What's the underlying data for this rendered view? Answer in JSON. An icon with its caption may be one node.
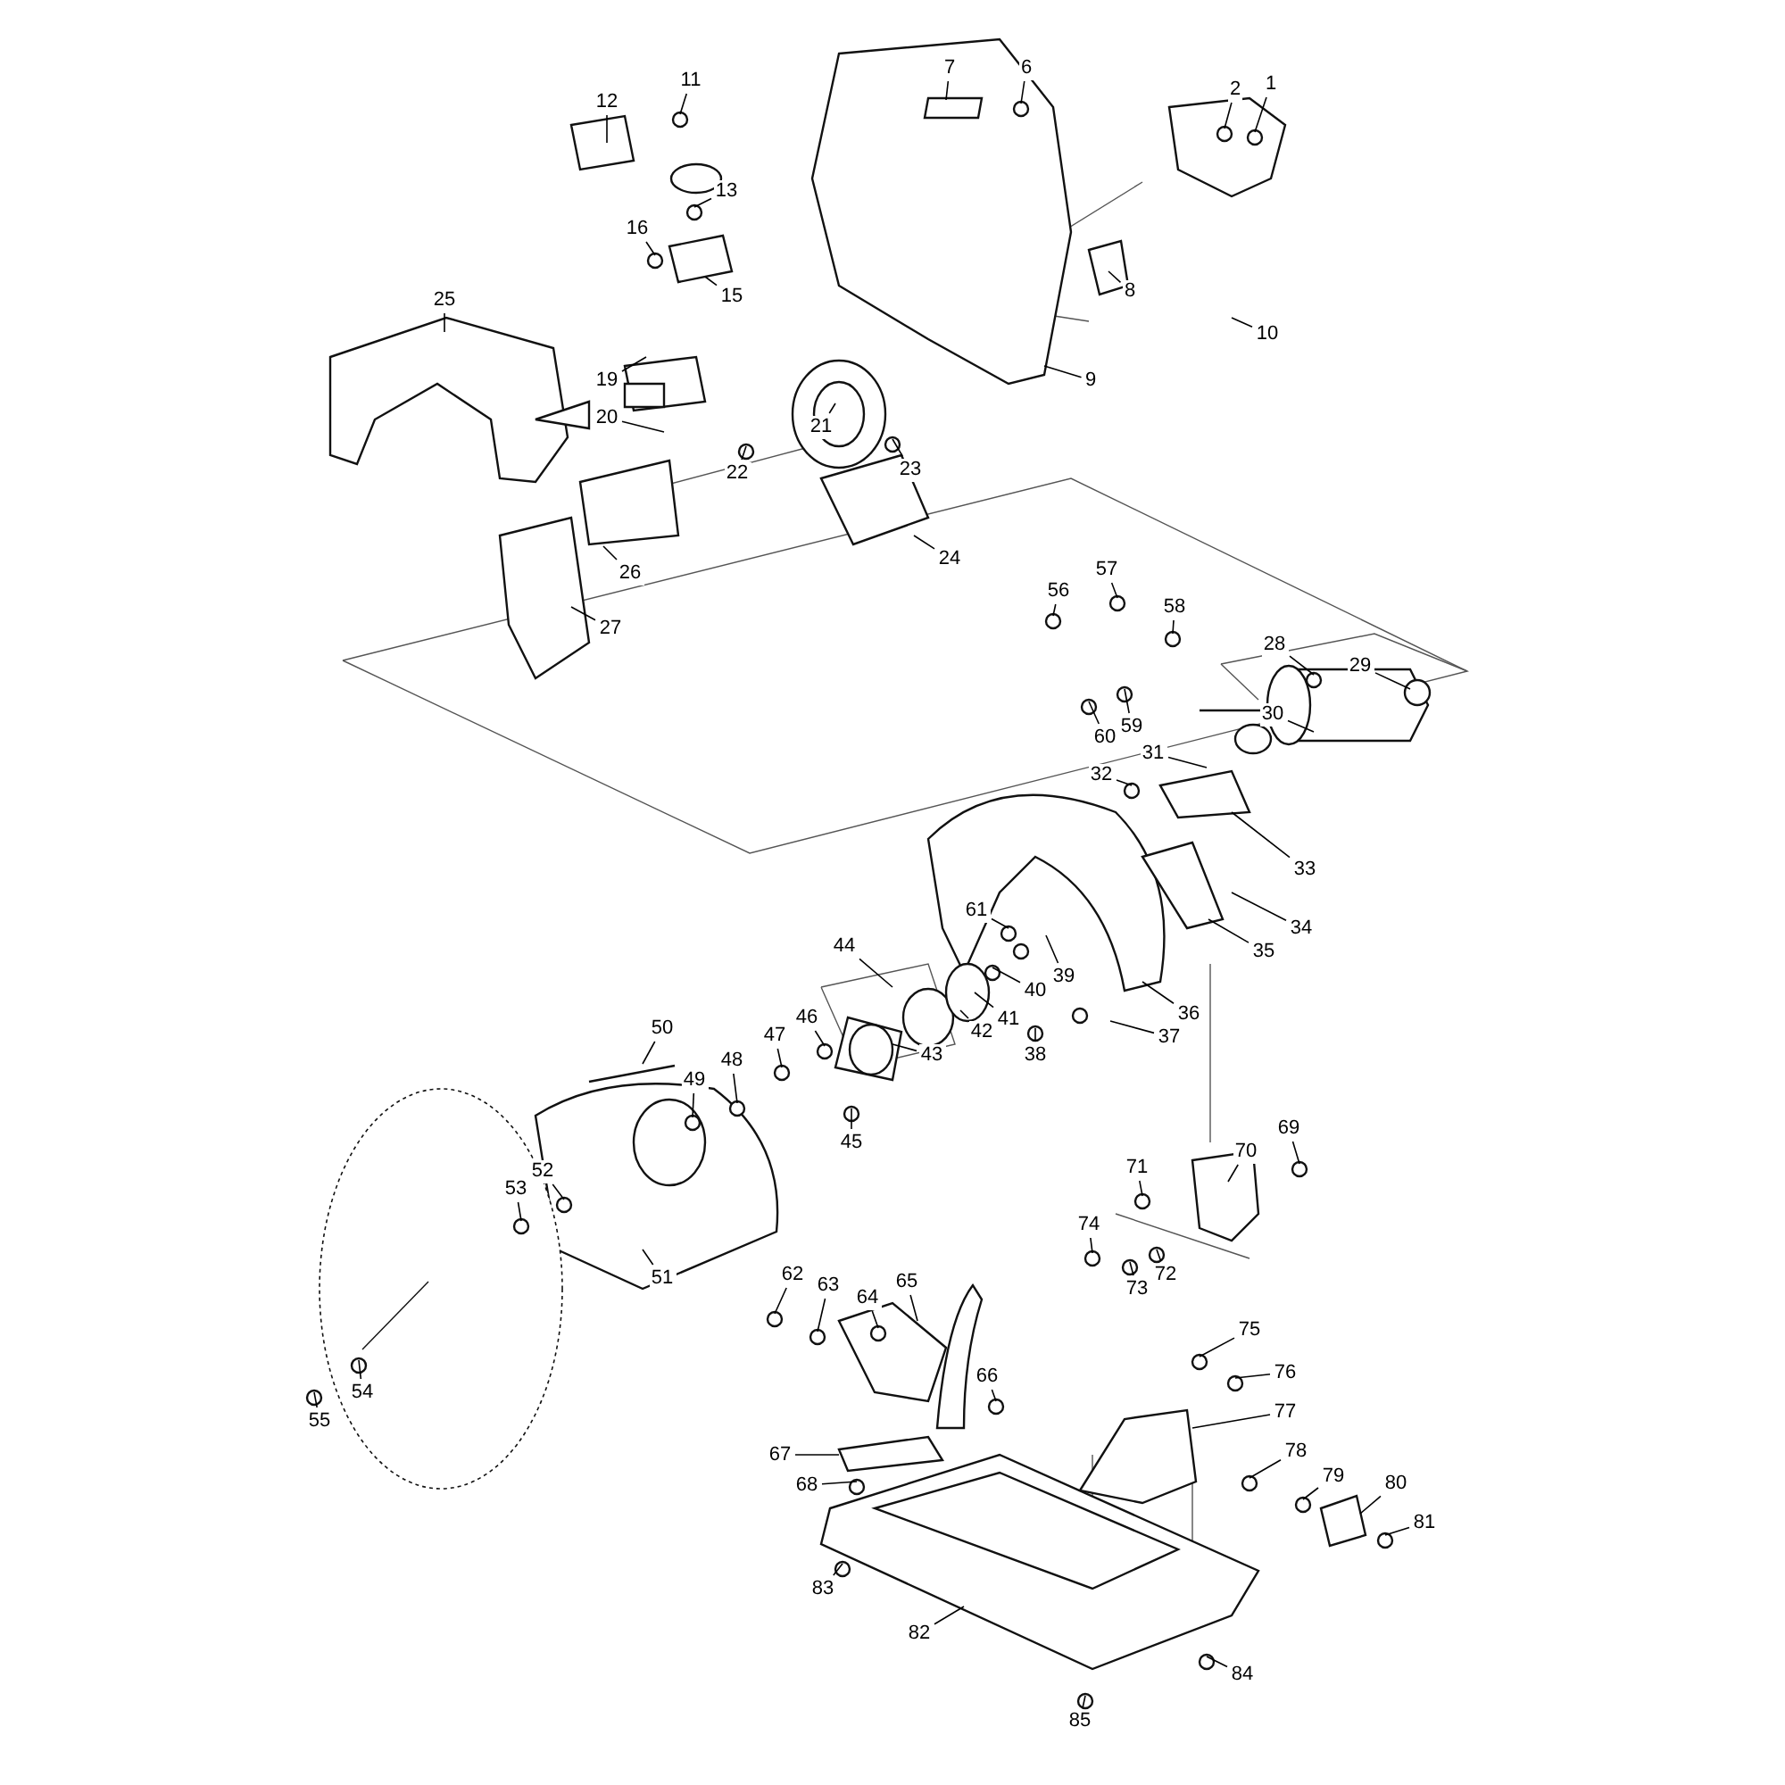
{
  "diagram": {
    "nodes": [
      {
        "text": [
          "1"
        ]
      },
      {
        "text": [
          "2"
        ]
      },
      {
        "text": [
          "6"
        ]
      },
      {
        "text": [
          "7"
        ]
      },
      {
        "text": [
          "8"
        ]
      },
      {
        "text": [
          "9"
        ]
      },
      {
        "text": [
          "10"
        ]
      },
      {
        "text": [
          "11"
        ]
      },
      {
        "text": [
          "12"
        ]
      },
      {
        "text": [
          "13"
        ]
      },
      {
        "text": [
          "15"
        ]
      },
      {
        "text": [
          "16"
        ]
      },
      {
        "text": [
          "19"
        ]
      },
      {
        "text": [
          "20"
        ]
      },
      {
        "text": [
          "21"
        ]
      },
      {
        "text": [
          "22"
        ]
      },
      {
        "text": [
          "23"
        ]
      },
      {
        "text": [
          "24"
        ]
      },
      {
        "text": [
          "25"
        ]
      },
      {
        "text": [
          "26"
        ]
      },
      {
        "text": [
          "27"
        ]
      },
      {
        "text": [
          "28"
        ]
      },
      {
        "text": [
          "29"
        ]
      },
      {
        "text": [
          "30"
        ]
      },
      {
        "text": [
          "31"
        ]
      },
      {
        "text": [
          "32"
        ]
      },
      {
        "text": [
          "33"
        ]
      },
      {
        "text": [
          "34"
        ]
      },
      {
        "text": [
          "35"
        ]
      },
      {
        "text": [
          "36"
        ]
      },
      {
        "text": [
          "37"
        ]
      },
      {
        "text": [
          "38"
        ]
      },
      {
        "text": [
          "39"
        ]
      },
      {
        "text": [
          "40"
        ]
      },
      {
        "text": [
          "41"
        ]
      },
      {
        "text": [
          "42"
        ]
      },
      {
        "text": [
          "43"
        ]
      },
      {
        "text": [
          "44"
        ]
      },
      {
        "text": [
          "45"
        ]
      },
      {
        "text": [
          "46"
        ]
      },
      {
        "text": [
          "47"
        ]
      },
      {
        "text": [
          "48"
        ]
      },
      {
        "text": [
          "49"
        ]
      },
      {
        "text": [
          "50"
        ]
      },
      {
        "text": [
          "51"
        ]
      },
      {
        "text": [
          "52"
        ]
      },
      {
        "text": [
          "53"
        ]
      },
      {
        "text": [
          "54"
        ]
      },
      {
        "text": [
          "55"
        ]
      },
      {
        "text": [
          "56"
        ]
      },
      {
        "text": [
          "57"
        ]
      },
      {
        "text": [
          "58"
        ]
      },
      {
        "text": [
          "59"
        ]
      },
      {
        "text": [
          "60"
        ]
      },
      {
        "text": [
          "61"
        ]
      },
      {
        "text": [
          "62"
        ]
      },
      {
        "text": [
          "63"
        ]
      },
      {
        "text": [
          "64"
        ]
      },
      {
        "text": [
          "65"
        ]
      },
      {
        "text": [
          "66"
        ]
      },
      {
        "text": [
          "67"
        ]
      },
      {
        "text": [
          "68"
        ]
      },
      {
        "text": [
          "69"
        ]
      },
      {
        "text": [
          "70"
        ]
      },
      {
        "text": [
          "71"
        ]
      },
      {
        "text": [
          "72"
        ]
      },
      {
        "text": [
          "73"
        ]
      },
      {
        "text": [
          "74"
        ]
      },
      {
        "text": [
          "75"
        ]
      },
      {
        "text": [
          "76"
        ]
      },
      {
        "text": [
          "77"
        ]
      },
      {
        "text": [
          "78"
        ]
      },
      {
        "text": [
          "79"
        ]
      },
      {
        "text": [
          "80"
        ]
      },
      {
        "text": [
          "81"
        ]
      },
      {
        "text": [
          "82"
        ]
      },
      {
        "text": [
          "83"
        ]
      },
      {
        "text": [
          "84"
        ]
      },
      {
        "text": [
          "85"
        ]
      }
    ],
    "edges": [
      {
        "from": 0,
        "to": null,
        "arrow": "none"
      },
      {
        "from": 1,
        "to": null,
        "arrow": "none"
      },
      {
        "from": 2,
        "to": null,
        "arrow": "none"
      },
      {
        "from": 3,
        "to": null,
        "arrow": "none"
      },
      {
        "from": 4,
        "to": null,
        "arrow": "none"
      },
      {
        "from": 5,
        "to": null,
        "arrow": "none"
      },
      {
        "from": 6,
        "to": null,
        "arrow": "none"
      },
      {
        "from": 7,
        "to": null,
        "arrow": "none"
      },
      {
        "from": 8,
        "to": null,
        "arrow": "none"
      },
      {
        "from": 9,
        "to": null,
        "arrow": "none"
      },
      {
        "from": 10,
        "to": null,
        "arrow": "none"
      },
      {
        "from": 11,
        "to": null,
        "arrow": "none"
      },
      {
        "from": 12,
        "to": null,
        "arrow": "none"
      },
      {
        "from": 13,
        "to": null,
        "arrow": "none"
      },
      {
        "from": 14,
        "to": null,
        "arrow": "none"
      },
      {
        "from": 15,
        "to": null,
        "arrow": "none"
      },
      {
        "from": 16,
        "to": null,
        "arrow": "none"
      },
      {
        "from": 17,
        "to": null,
        "arrow": "none"
      },
      {
        "from": 18,
        "to": null,
        "arrow": "none"
      },
      {
        "from": 19,
        "to": null,
        "arrow": "none"
      },
      {
        "from": 20,
        "to": null,
        "arrow": "none"
      },
      {
        "from": 21,
        "to": null,
        "arrow": "none"
      },
      {
        "from": 22,
        "to": null,
        "arrow": "none"
      },
      {
        "from": 23,
        "to": null,
        "arrow": "none"
      },
      {
        "from": 24,
        "to": null,
        "arrow": "none"
      },
      {
        "from": 25,
        "to": null,
        "arrow": "none"
      },
      {
        "from": 26,
        "to": null,
        "arrow": "none"
      },
      {
        "from": 27,
        "to": null,
        "arrow": "none"
      },
      {
        "from": 28,
        "to": null,
        "arrow": "none"
      },
      {
        "from": 29,
        "to": null,
        "arrow": "none"
      },
      {
        "from": 30,
        "to": null,
        "arrow": "none"
      },
      {
        "from": 31,
        "to": null,
        "arrow": "none"
      },
      {
        "from": 32,
        "to": null,
        "arrow": "none"
      },
      {
        "from": 33,
        "to": null,
        "arrow": "none"
      },
      {
        "from": 34,
        "to": null,
        "arrow": "none"
      },
      {
        "from": 35,
        "to": null,
        "arrow": "none"
      },
      {
        "from": 36,
        "to": null,
        "arrow": "none"
      },
      {
        "from": 37,
        "to": null,
        "arrow": "none"
      },
      {
        "from": 38,
        "to": null,
        "arrow": "none"
      },
      {
        "from": 39,
        "to": null,
        "arrow": "none"
      },
      {
        "from": 40,
        "to": null,
        "arrow": "none"
      },
      {
        "from": 41,
        "to": null,
        "arrow": "none"
      },
      {
        "from": 42,
        "to": null,
        "arrow": "none"
      },
      {
        "from": 43,
        "to": null,
        "arrow": "none"
      },
      {
        "from": 44,
        "to": null,
        "arrow": "none"
      },
      {
        "from": 45,
        "to": null,
        "arrow": "none"
      },
      {
        "from": 46,
        "to": null,
        "arrow": "none"
      },
      {
        "from": 47,
        "to": null,
        "arrow": "none"
      },
      {
        "from": 48,
        "to": null,
        "arrow": "none"
      },
      {
        "from": 49,
        "to": null,
        "arrow": "none"
      },
      {
        "from": 50,
        "to": null,
        "arrow": "none"
      },
      {
        "from": 51,
        "to": null,
        "arrow": "none"
      },
      {
        "from": 52,
        "to": null,
        "arrow": "none"
      },
      {
        "from": 53,
        "to": null,
        "arrow": "none"
      },
      {
        "from": 54,
        "to": null,
        "arrow": "none"
      },
      {
        "from": 55,
        "to": null,
        "arrow": "none"
      },
      {
        "from": 56,
        "to": null,
        "arrow": "none"
      },
      {
        "from": 57,
        "to": null,
        "arrow": "none"
      },
      {
        "from": 58,
        "to": null,
        "arrow": "none"
      },
      {
        "from": 59,
        "to": null,
        "arrow": "none"
      },
      {
        "from": 60,
        "to": null,
        "arrow": "none"
      },
      {
        "from": 61,
        "to": null,
        "arrow": "none"
      },
      {
        "from": 62,
        "to": null,
        "arrow": "none"
      },
      {
        "from": 63,
        "to": null,
        "arrow": "none"
      },
      {
        "from": 64,
        "to": null,
        "arrow": "none"
      },
      {
        "from": 65,
        "to": null,
        "arrow": "none"
      },
      {
        "from": 66,
        "to": null,
        "arrow": "none"
      },
      {
        "from": 67,
        "to": null,
        "arrow": "none"
      },
      {
        "from": 68,
        "to": null,
        "arrow": "none"
      },
      {
        "from": 69,
        "to": null,
        "arrow": "none"
      },
      {
        "from": 70,
        "to": null,
        "arrow": "none"
      },
      {
        "from": 71,
        "to": null,
        "arrow": "none"
      },
      {
        "from": 72,
        "to": null,
        "arrow": "none"
      },
      {
        "from": 73,
        "to": null,
        "arrow": "none"
      },
      {
        "from": 74,
        "to": null,
        "arrow": "none"
      },
      {
        "from": 75,
        "to": null,
        "arrow": "none"
      },
      {
        "from": 76,
        "to": null,
        "arrow": "none"
      },
      {
        "from": 77,
        "to": null,
        "arrow": "none"
      },
      {
        "from": 78,
        "to": null,
        "arrow": "none"
      }
    ]
  }
}
